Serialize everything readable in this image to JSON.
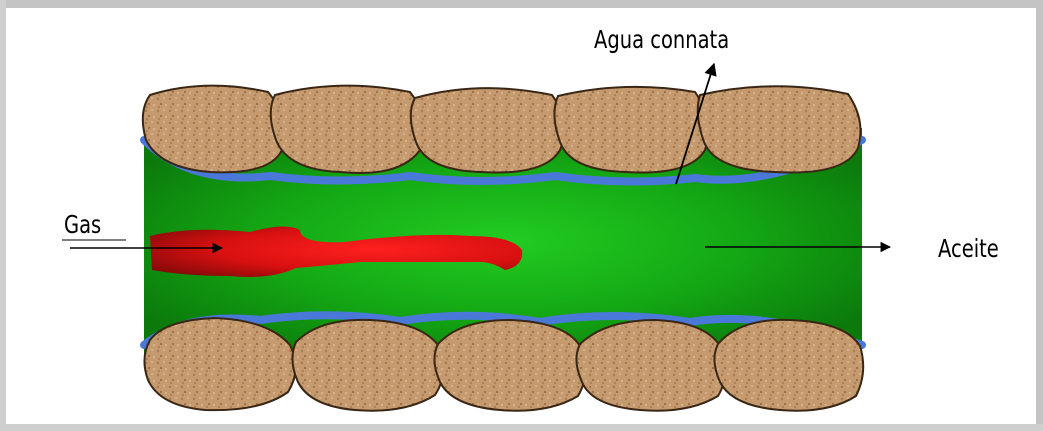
{
  "labels": {
    "connate_water": "Agua connata",
    "gas": "Gas",
    "oil": "Aceite"
  },
  "colors": {
    "oil": "#1ec21e",
    "oil_edge": "#0b7a0b",
    "gas": "#e01010",
    "gas_edge": "#8a0a0a",
    "water_film": "#4a78d8",
    "grain": "#c49a6e",
    "grain_outline": "#3a2614",
    "shadow": "#b8b8b8"
  }
}
